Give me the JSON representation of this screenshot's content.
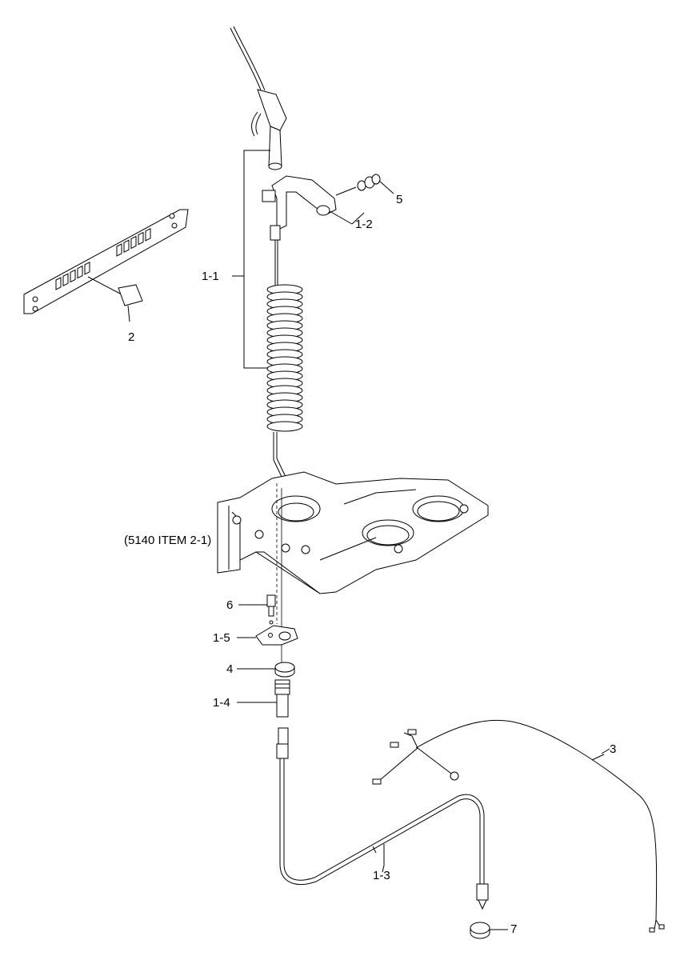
{
  "labels": {
    "p1_1": "1-1",
    "p1_2": "1-2",
    "p1_3": "1-3",
    "p1_4": "1-4",
    "p1_5": "1-5",
    "p2": "2",
    "p3": "3",
    "p4": "4",
    "p5": "5",
    "p6": "6",
    "p7": "7",
    "ref": "(5140 ITEM 2-1)"
  }
}
